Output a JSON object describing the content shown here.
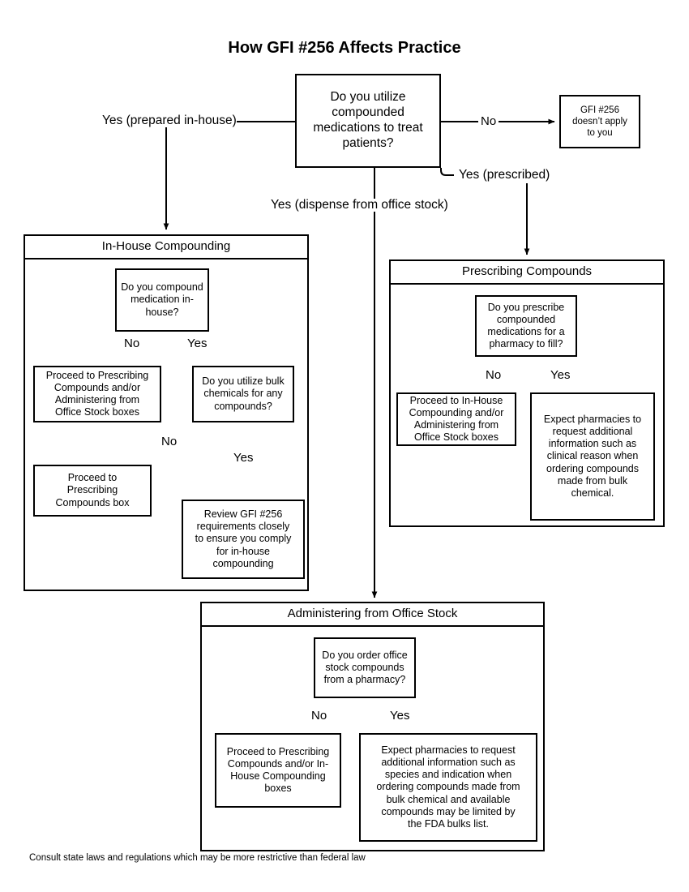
{
  "title": "How GFI #256 Affects Practice",
  "footer": "Consult state laws and regulations which may be more restrictive than federal law",
  "root": {
    "question": "Do you utilize\ncompounded\nmedications to treat\npatients?",
    "no_outcome": "GFI #256\ndoesn’t apply\nto you",
    "labels": {
      "left": "Yes (prepared in-house)",
      "no": "No",
      "middle": "Yes (dispense from office stock)",
      "right": "Yes (prescribed)"
    }
  },
  "panels": {
    "in_house": {
      "header": "In-House Compounding",
      "question": "Do you compound\nmedication in-\nhouse?",
      "label_no": "No",
      "label_yes": "Yes",
      "no_box": "Proceed to Prescribing\nCompounds and/or\nAdministering from\nOffice Stock boxes",
      "yes_question": "Do you utilize bulk\nchemicals for any\ncompounds?",
      "sub_label_no": "No",
      "sub_label_yes": "Yes",
      "sub_no_box": "Proceed to\nPrescribing\nCompounds box",
      "sub_yes_box": "Review GFI #256\nrequirements closely\nto ensure you comply\nfor in-house\ncompounding"
    },
    "prescribing": {
      "header": "Prescribing Compounds",
      "question": "Do you prescribe\ncompounded\nmedications for a\npharmacy to fill?",
      "label_no": "No",
      "label_yes": "Yes",
      "no_box": "Proceed to In-House\nCompounding and/or\nAdministering from\nOffice Stock boxes",
      "yes_box": "Expect pharmacies to\nrequest additional\ninformation such as\nclinical reason when\nordering compounds\nmade from bulk\nchemical."
    },
    "office_stock": {
      "header": "Administering from Office Stock",
      "question": "Do you order office\nstock compounds\nfrom a pharmacy?",
      "label_no": "No",
      "label_yes": "Yes",
      "no_box": "Proceed to Prescribing\nCompounds and/or In-\nHouse Compounding\nboxes",
      "yes_box": "Expect pharmacies to request\nadditional information such as\nspecies and indication when\nordering compounds made from\nbulk chemical and available\ncompounds may be limited by\nthe FDA bulks list."
    }
  },
  "colors": {
    "stroke": "#000000",
    "background": "#ffffff",
    "text": "#000000"
  },
  "chart_data": {
    "type": "diagram",
    "title": "How GFI #256 Affects Practice",
    "nodes": [
      {
        "id": "root",
        "kind": "decision",
        "text": "Do you utilize compounded medications to treat patients?"
      },
      {
        "id": "no-apply",
        "kind": "terminal",
        "text": "GFI #256 doesn’t apply to you"
      },
      {
        "id": "in-house-panel",
        "kind": "group",
        "text": "In-House Compounding"
      },
      {
        "id": "ih-q",
        "kind": "decision",
        "text": "Do you compound medication in-house?"
      },
      {
        "id": "ih-no",
        "kind": "action",
        "text": "Proceed to Prescribing Compounds and/or Administering from Office Stock boxes"
      },
      {
        "id": "ih-yes-q",
        "kind": "decision",
        "text": "Do you utilize bulk chemicals for any compounds?"
      },
      {
        "id": "ih-sub-no",
        "kind": "action",
        "text": "Proceed to Prescribing Compounds box"
      },
      {
        "id": "ih-sub-yes",
        "kind": "action",
        "text": "Review GFI #256 requirements closely to ensure you comply for in-house compounding"
      },
      {
        "id": "presc-panel",
        "kind": "group",
        "text": "Prescribing Compounds"
      },
      {
        "id": "p-q",
        "kind": "decision",
        "text": "Do you prescribe compounded medications for a pharmacy to fill?"
      },
      {
        "id": "p-no",
        "kind": "action",
        "text": "Proceed to In-House Compounding and/or Administering from Office Stock boxes"
      },
      {
        "id": "p-yes",
        "kind": "action",
        "text": "Expect pharmacies to request additional information such as clinical reason when ordering compounds made from bulk chemical."
      },
      {
        "id": "os-panel",
        "kind": "group",
        "text": "Administering from Office Stock"
      },
      {
        "id": "os-q",
        "kind": "decision",
        "text": "Do you order office stock compounds from a pharmacy?"
      },
      {
        "id": "os-no",
        "kind": "action",
        "text": "Proceed to Prescribing Compounds and/or In-House Compounding boxes"
      },
      {
        "id": "os-yes",
        "kind": "action",
        "text": "Expect pharmacies to request additional information such as species and indication when ordering compounds made from bulk chemical and available compounds may be limited by the FDA bulks list."
      }
    ],
    "edges": [
      {
        "from": "root",
        "to": "no-apply",
        "label": "No"
      },
      {
        "from": "root",
        "to": "in-house-panel",
        "label": "Yes (prepared in-house)"
      },
      {
        "from": "root",
        "to": "os-panel",
        "label": "Yes (dispense from office stock)"
      },
      {
        "from": "root",
        "to": "presc-panel",
        "label": "Yes (prescribed)"
      },
      {
        "from": "ih-q",
        "to": "ih-no",
        "label": "No"
      },
      {
        "from": "ih-q",
        "to": "ih-yes-q",
        "label": "Yes"
      },
      {
        "from": "ih-yes-q",
        "to": "ih-sub-no",
        "label": "No"
      },
      {
        "from": "ih-yes-q",
        "to": "ih-sub-yes",
        "label": "Yes"
      },
      {
        "from": "p-q",
        "to": "p-no",
        "label": "No"
      },
      {
        "from": "p-q",
        "to": "p-yes",
        "label": "Yes"
      },
      {
        "from": "os-q",
        "to": "os-no",
        "label": "No"
      },
      {
        "from": "os-q",
        "to": "os-yes",
        "label": "Yes"
      }
    ]
  }
}
